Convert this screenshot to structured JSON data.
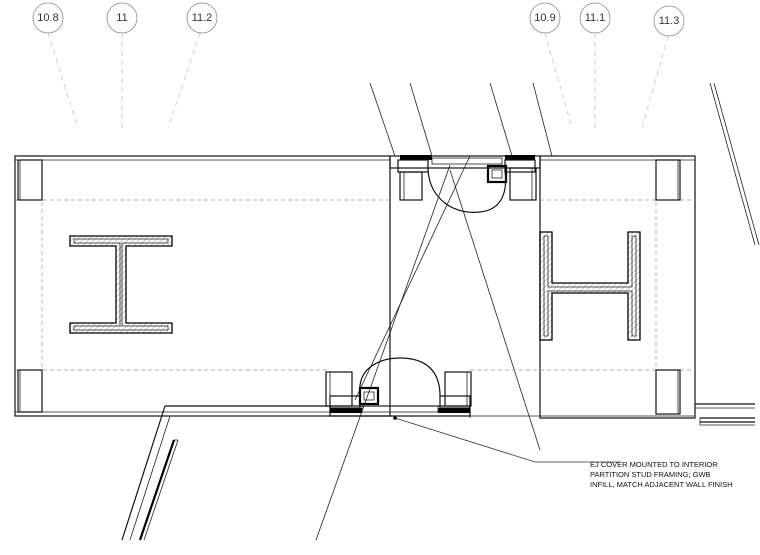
{
  "grid_bubbles": [
    {
      "label": "10.8"
    },
    {
      "label": "11"
    },
    {
      "label": "11.2"
    },
    {
      "label": "10.9"
    },
    {
      "label": "11.1"
    },
    {
      "label": "11.3"
    }
  ],
  "callout": {
    "lines": [
      "EJ COVER MOUNTED TO INTERIOR",
      "PARTITION STUD FRAMING; GWB",
      "INFILL, MATCH ADJACENT WALL FINISH"
    ]
  }
}
